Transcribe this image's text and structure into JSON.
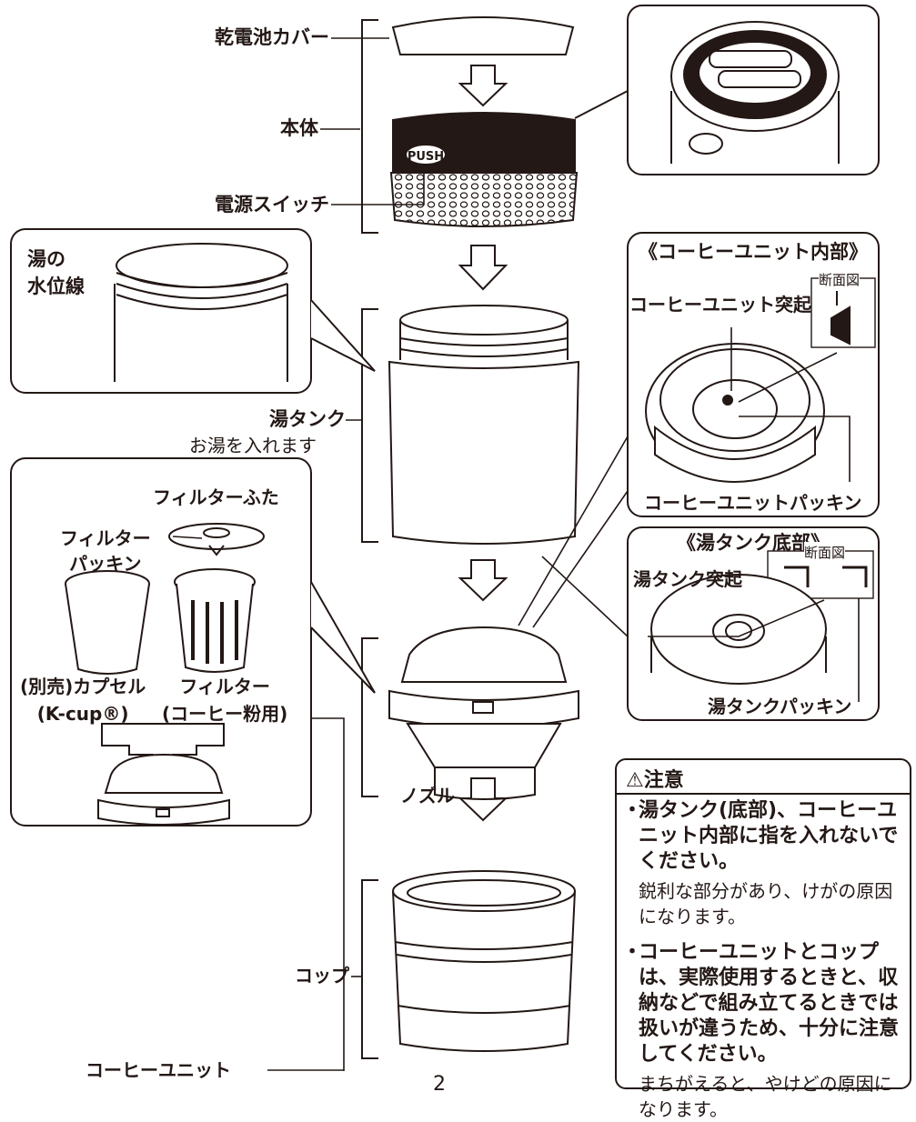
{
  "labels": {
    "battery_cover": "乾電池カバー",
    "body": "本体",
    "power_switch": "電源スイッチ",
    "push": "PUSH",
    "water_line": "湯の\n水位線",
    "tank": "湯タンク",
    "tank_sub": "お湯を入れます",
    "coffee_unit_inside_title": "《コーヒーユニット内部》",
    "coffee_unit_protrusion": "コーヒーユニット突起",
    "section_view": "断面図",
    "coffee_unit_packing": "コーヒーユニットパッキン",
    "tank_bottom_title": "《湯タンク底部》",
    "tank_protrusion": "湯タンク突起",
    "tank_packing": "湯タンクパッキン",
    "filter_lid": "フィルターふた",
    "filter_packing": "フィルター\nパッキン",
    "capsule": "(別売)カプセル\n(K-cup®)",
    "filter": "フィルター\n(コーヒー粉用)",
    "coffee_unit": "コーヒーユニット",
    "nozzle": "ノズル",
    "cup": "コップ"
  },
  "caution": {
    "title": "⚠注意",
    "items": [
      {
        "text": "湯タンク(底部)、コーヒーユニット内部に指を入れないでください。",
        "note": "鋭利な部分があり、けがの原因になります。"
      },
      {
        "text": "コーヒーユニットとコップは、実際使用するときと、収納などで組み立てるときでは扱いが違うため、十分に注意してください。",
        "note": "まちがえると、やけどの原因になります。"
      }
    ]
  },
  "page_number": "2"
}
